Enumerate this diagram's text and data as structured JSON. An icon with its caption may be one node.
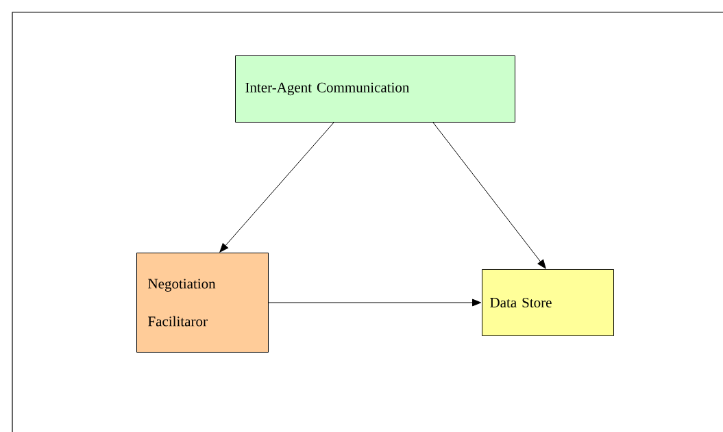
{
  "diagram": {
    "nodes": [
      {
        "text": [
          "Inter-Agent Communication"
        ]
      },
      {
        "text": [
          "Negotiation Facilitaror"
        ]
      },
      {
        "text": [
          "Data Store"
        ]
      }
    ],
    "edges": [
      {
        "from": 0,
        "to": 1,
        "arrow": "to"
      },
      {
        "from": 0,
        "to": 2,
        "arrow": "to"
      },
      {
        "from": 1,
        "to": 2,
        "arrow": "to"
      }
    ]
  }
}
